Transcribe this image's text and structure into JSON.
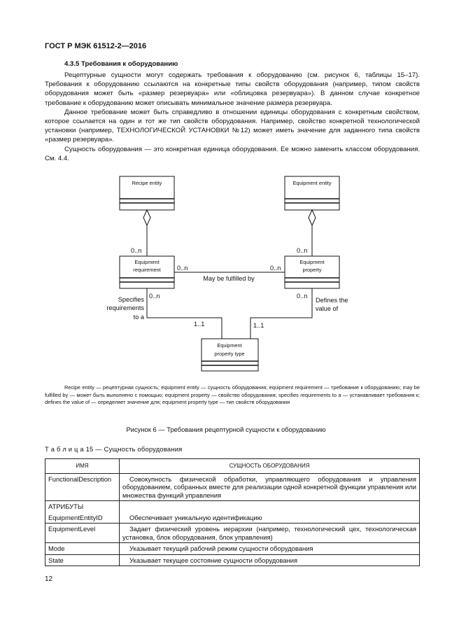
{
  "header": "ГОСТ Р МЭК 61512-2—2016",
  "section": {
    "title": "4.3.5 Требования к оборудованию"
  },
  "paragraphs": [
    "Рецептурные сущности могут содержать требования к оборудованию (см. рисунок 6, таблицы 15–17). Требования к оборудованию ссылаются на конкретные типы свойств оборудования (например, типом свойств оборудования может быть «размер резервуара» или «облицовка резервуара»). В данном случае конкретное требование к оборудованию может описывать минимальное значение размера резервуара.",
    "Данное требование может быть справедливо в отношении единицы оборудования с конкретным свойством, которое ссылается на один и тот же тип свойств оборудования. Например, свойство конкретной технологической установки (например, ТЕХНОЛОГИЧЕСКОЙ УСТАНОВКИ №12) может иметь значение для заданного типа свойств «размер резервуара».",
    "Сущность оборудования — это конкретная единица оборудования. Ее можно заменить классом оборудования. См. 4.4."
  ],
  "diagram": {
    "recipe_entity": "Recipe entity",
    "equipment_entity": "Equipment entity",
    "equipment_requirement": [
      "Equipment",
      "requirement"
    ],
    "equipment_property": [
      "Equipment",
      "property"
    ],
    "equipment_property_type": [
      "Equipment",
      "property type"
    ],
    "mult_left_top": "0..n",
    "mult_right_top": "0..n",
    "mult_req_side": "0..n",
    "mult_prop_side": "0..n",
    "mult_req_bottom": "0..n",
    "mult_prop_bottom": "0..n",
    "mult_type_left": "1..1",
    "mult_type_right": "1..1",
    "assoc_label": "May be fulfilled by",
    "specifies": [
      "Specifies",
      "requirements",
      "to a"
    ],
    "defines": [
      "Defines the",
      "value of"
    ]
  },
  "legend": "Recipe entity — рецептурная сущность; equipment entity — сущность оборудования; equipment requirement — требование к оборудованию; may be fulfilled by — может быть выполнено с помощью; equipment property — свойство оборудования; specifies requirements to a — устанавливает требования к; defines the value of — определяет значение для; equipment property type — тип свойств оборудования",
  "figure_caption": "Рисунок 6 — Требования рецептурной сущности к оборудованию",
  "table": {
    "caption": "Т а б л и ц а  15 — Сущность оборудования",
    "header": [
      "ИМЯ",
      "СУЩНОСТЬ ОБОРУДОВАНИЯ"
    ],
    "rows": [
      [
        "FunctionalDescription",
        "Совокупность физической обработки, управляющего оборудования и управления оборудованием, собранных вместе для реализации одной конкретной функции управления или множества функций управления"
      ],
      [
        "АТРИБУТЫ",
        ""
      ],
      [
        "EquipmentEntityID",
        "Обеспечивает уникальную идентификацию"
      ],
      [
        "EquipmentLevel",
        "Задает физический уровень иерархии (например, технологический цех, технологическая установка, блок оборудования, блок управления)"
      ],
      [
        "Mode",
        "Указывает текущий рабочий режим сущности оборудования"
      ],
      [
        "State",
        "Указывает текущее состояние сущности оборудования"
      ]
    ]
  },
  "page_number": "12"
}
